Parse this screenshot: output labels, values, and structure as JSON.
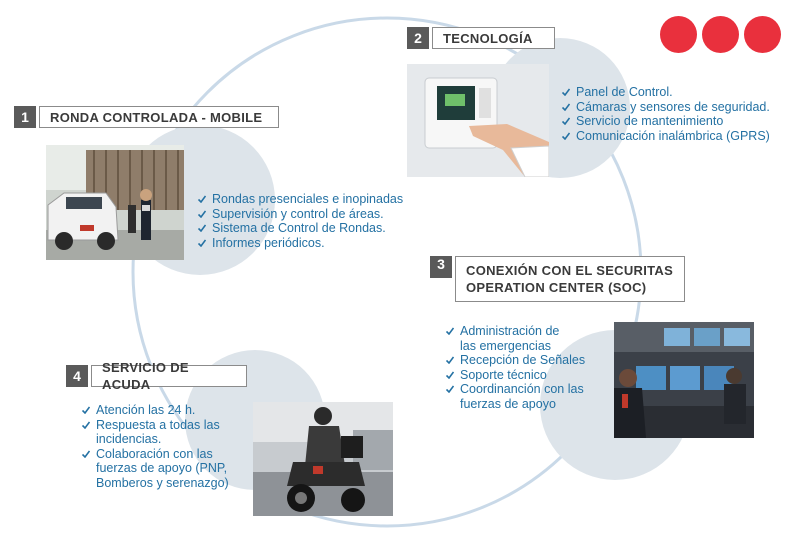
{
  "colors": {
    "accent_red": "#e9303d",
    "ring": "#c9d9e8",
    "text_blue": "#2471a3",
    "blob": "#dde4ea",
    "number_box": "#5a5a5a"
  },
  "sections": [
    {
      "number": "1",
      "title_lines": [
        "RONDA CONTROLADA - MOBILE"
      ],
      "items": [
        "Rondas presenciales e inopinadas",
        "Supervisión y control de áreas.",
        "Sistema de Control de Rondas.",
        "Informes periódicos."
      ],
      "photo": "security-guard-with-pickup-truck-photo"
    },
    {
      "number": "2",
      "title_lines": [
        "TECNOLOGÍA"
      ],
      "items": [
        "Panel de Control.",
        "Cámaras y sensores de seguridad.",
        "Servicio de mantenimiento",
        "Comunicación inalámbrica (GPRS)"
      ],
      "photo": "control-panel-touch-photo"
    },
    {
      "number": "3",
      "title_lines": [
        "CONEXIÓN CON EL SECURITAS",
        "OPERATION CENTER (SOC)"
      ],
      "items": [
        [
          "Administración de",
          "las emergencias"
        ],
        [
          "Recepción de Señales"
        ],
        [
          "Soporte técnico"
        ],
        [
          "Coordinanción con las",
          "fuerzas de apoyo"
        ]
      ],
      "photo": "monitoring-center-photo"
    },
    {
      "number": "4",
      "title_lines": [
        "SERVICIO DE ACUDA"
      ],
      "items": [
        [
          "Atención las 24 h."
        ],
        [
          "Respuesta a todas las",
          "incidencias."
        ],
        [
          "Colaboración con las",
          "fuerzas de apoyo (PNP,",
          "Bomberos y serenazgo)"
        ]
      ],
      "photo": "motorcycle-rider-photo"
    }
  ],
  "decor": {
    "icons": [
      "check-icon",
      "red-dot"
    ]
  }
}
